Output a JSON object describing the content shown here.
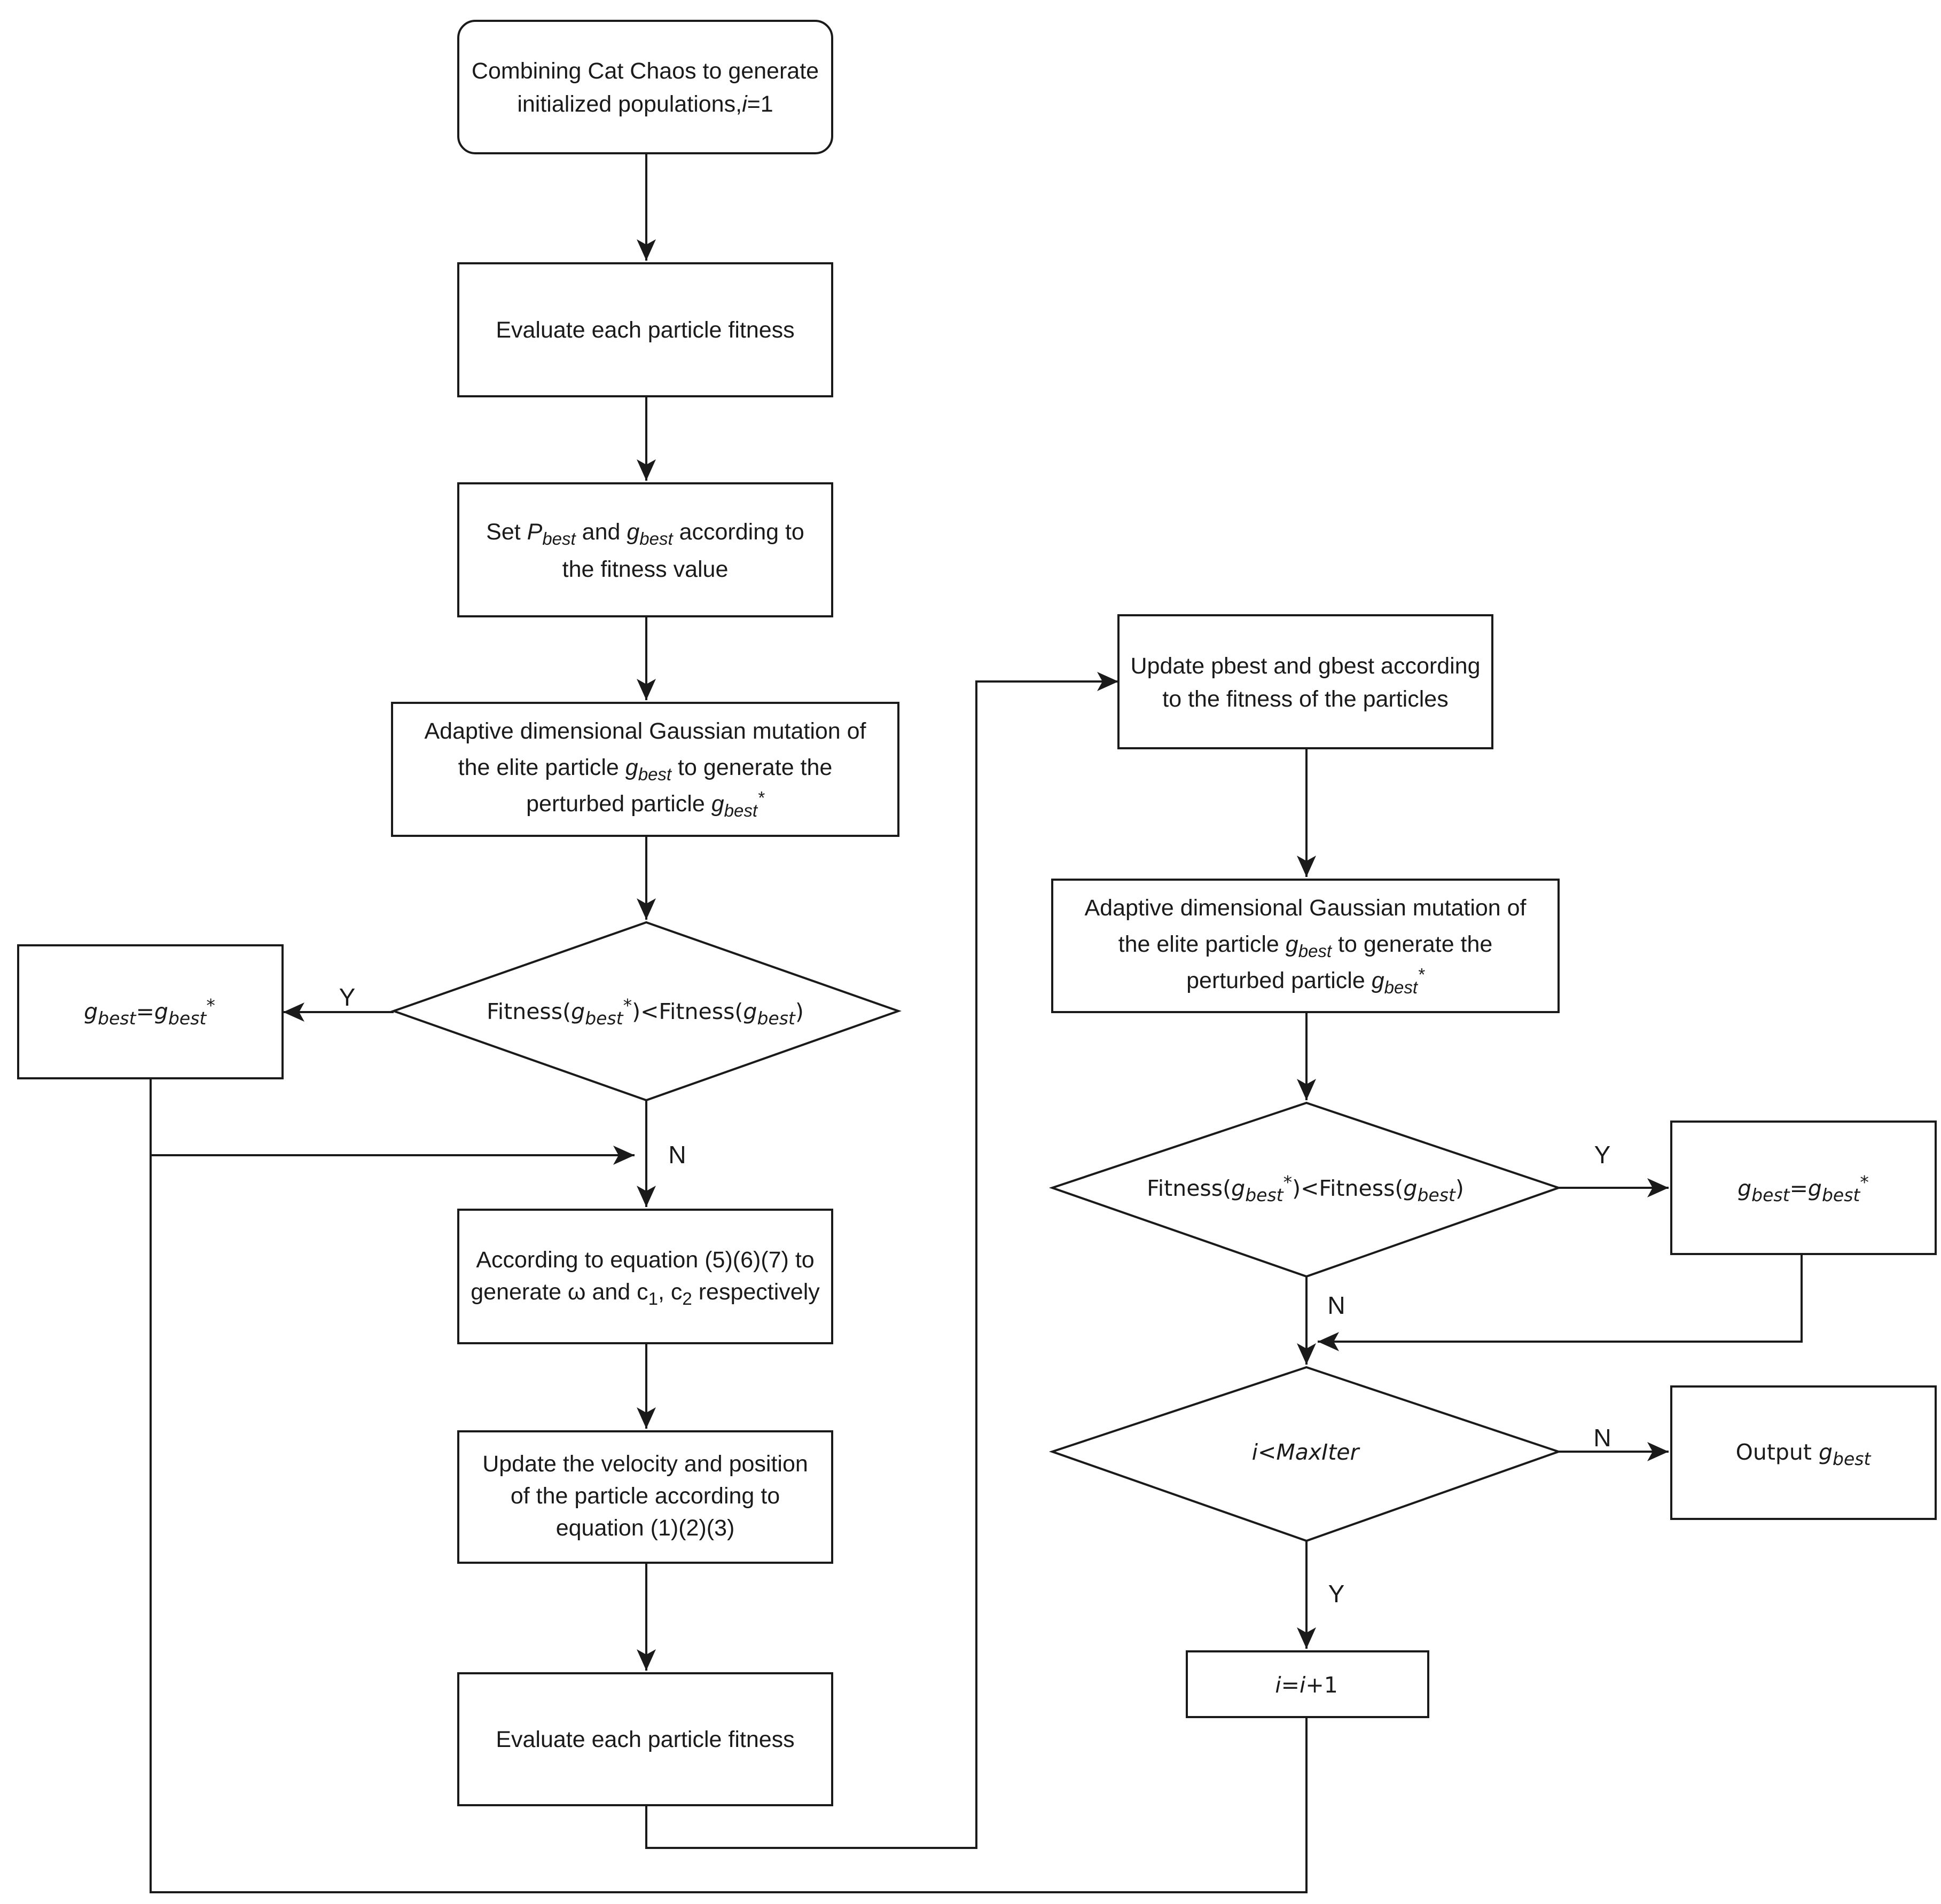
{
  "nodes": {
    "start": {
      "lines": [
        "Combining Cat Chaos to generate",
        "initialized populations,{i}=1"
      ]
    },
    "eval1": {
      "lines": [
        "Evaluate each particle fitness"
      ]
    },
    "set_best": {
      "lines": [
        "Set {P}_{best} and {g}_{best} according to",
        "the fitness value"
      ]
    },
    "mutation1": {
      "lines": [
        "Adaptive dimensional Gaussian mutation of",
        "the elite particle {g}_{best} to generate the",
        "perturbed particle {g}_{best}^*"
      ]
    },
    "cond1": {
      "lines": [
        "Fitness({g}_{best}^*)<Fitness({g}_{best})"
      ]
    },
    "assign1": {
      "lines": [
        "{g}_{best}={g}_{best}^*"
      ]
    },
    "coeffs": {
      "lines": [
        "According to equation (5)(6)(7) to",
        "generate ω and c_1, c_2 respectively"
      ]
    },
    "update_vel": {
      "lines": [
        "Update the velocity and position",
        "of the particle according to",
        "equation (1)(2)(3)"
      ]
    },
    "eval2": {
      "lines": [
        "Evaluate each particle fitness"
      ]
    },
    "update_best": {
      "lines": [
        "Update pbest and gbest according",
        "to the fitness of the particles"
      ]
    },
    "mutation2": {
      "lines": [
        "Adaptive dimensional Gaussian mutation of",
        "the elite particle {g}_{best} to generate the",
        "perturbed particle {g}_{best}^*"
      ]
    },
    "cond2": {
      "lines": [
        "Fitness({g}_{best}^*)<Fitness({g}_{best})"
      ]
    },
    "assign2": {
      "lines": [
        "{g}_{best}={g}_{best}^*"
      ]
    },
    "cond3": {
      "lines": [
        "{i<MaxIter}"
      ]
    },
    "output": {
      "lines": [
        "Output {g}_{best}"
      ]
    },
    "increment": {
      "lines": [
        "{i}={i}+1"
      ]
    }
  },
  "edge_labels": {
    "cond1_yes": "Y",
    "cond1_no": "N",
    "cond2_yes": "Y",
    "cond2_no": "N",
    "cond3_no": "N",
    "cond3_yes": "Y"
  }
}
